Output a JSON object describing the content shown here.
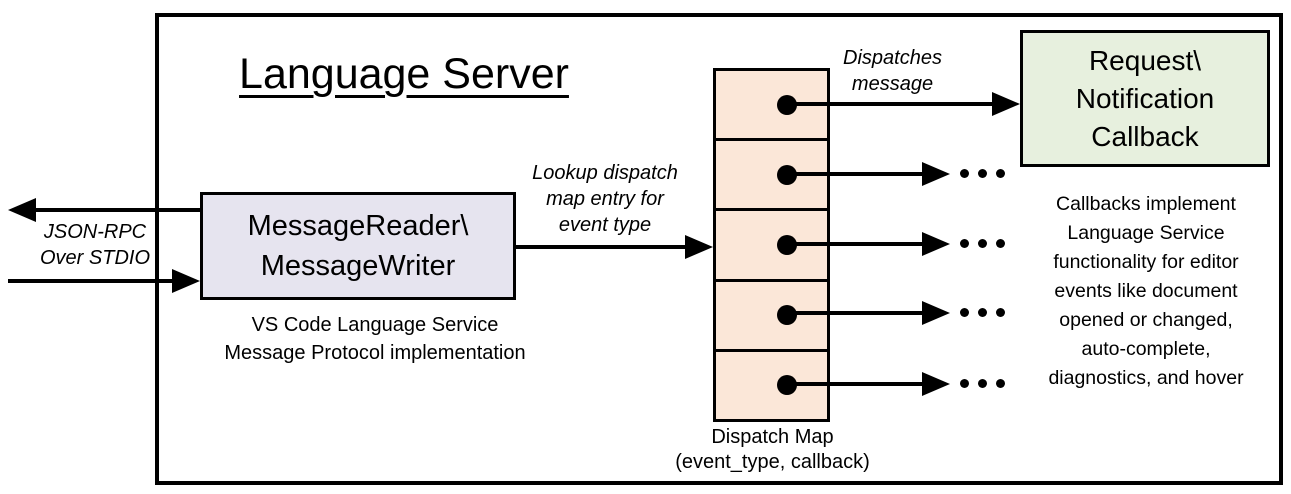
{
  "title": "Language Server",
  "stdio_label": {
    "lines": [
      "JSON-RPC",
      "Over STDIO"
    ]
  },
  "reader_box": {
    "lines": [
      "MessageReader\\",
      "MessageWriter"
    ]
  },
  "reader_caption": {
    "lines": [
      "VS Code Language Service",
      "Message Protocol implementation"
    ]
  },
  "lookup_label": {
    "lines": [
      "Lookup dispatch",
      "map entry for",
      "event type"
    ]
  },
  "dispatches_label": {
    "lines": [
      "Dispatches",
      "message"
    ]
  },
  "callback_box": {
    "lines": [
      "Request\\",
      "Notification",
      "Callback"
    ]
  },
  "callback_caption": {
    "lines": [
      "Callbacks implement",
      "Language Service",
      "functionality for editor",
      "events like document",
      "opened or changed,",
      "auto-complete,",
      "diagnostics, and hover"
    ]
  },
  "map_caption": {
    "lines": [
      "Dispatch Map",
      "(event_type, callback)"
    ]
  },
  "colors": {
    "outline": "#000000",
    "reader_box_fill": "#e6e4ef",
    "dispatch_map_fill": "#fbe7d8",
    "callback_box_fill": "#e7f0de"
  }
}
